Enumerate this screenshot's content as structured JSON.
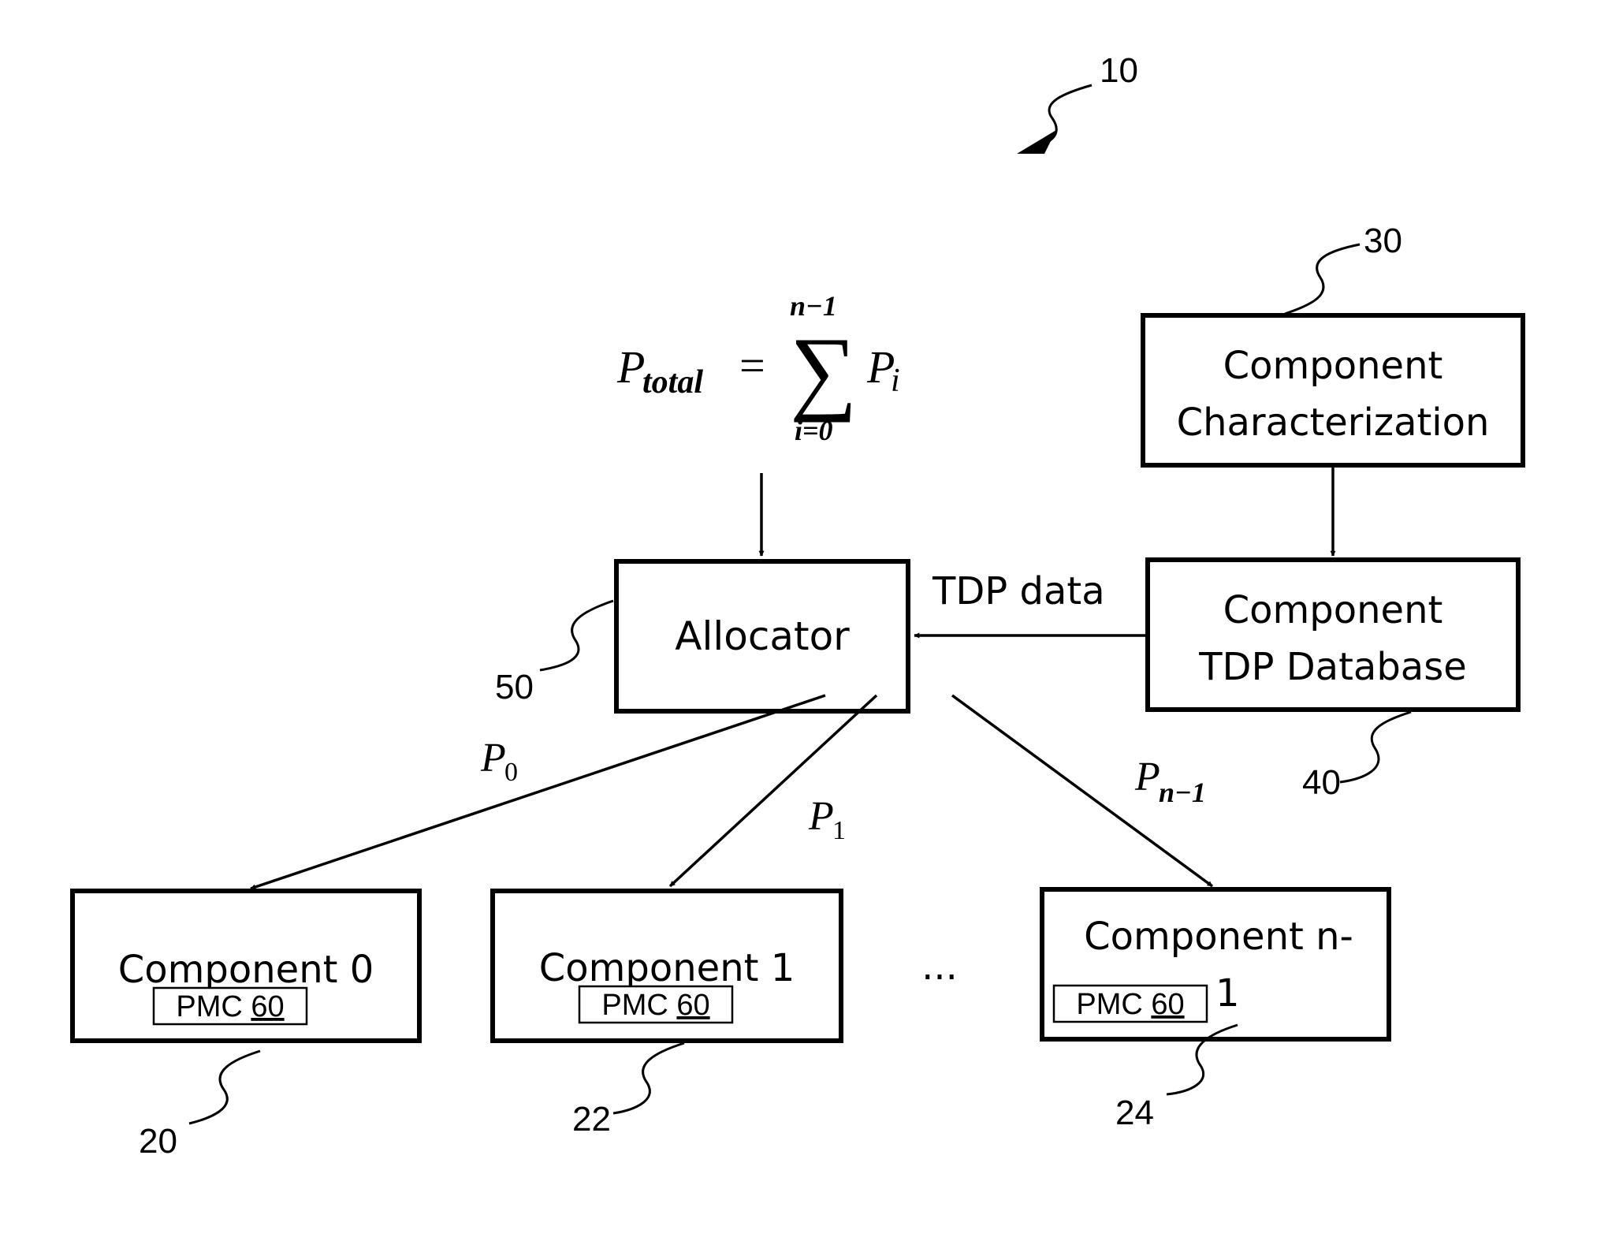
{
  "figure_ref": "10",
  "formula": {
    "lhs_symbol": "P",
    "lhs_subscript": "total",
    "equals": "=",
    "sum_upper": "n−1",
    "sum_symbol": "∑",
    "sum_lower": "i=0",
    "term_symbol": "P",
    "term_subscript": "i"
  },
  "blocks": {
    "characterization": {
      "line1": "Component",
      "line2": "Characterization",
      "ref": "30"
    },
    "database": {
      "line1": "Component",
      "line2": "TDP Database",
      "ref": "40"
    },
    "allocator": {
      "label": "Allocator",
      "ref": "50"
    },
    "component0": {
      "label": "Component 0",
      "pmc_text": "PMC ",
      "pmc_num": "60",
      "ref": "20"
    },
    "component1": {
      "label": "Component 1",
      "pmc_text": "PMC ",
      "pmc_num": "60",
      "ref": "22"
    },
    "componentN": {
      "line1": "Component n-",
      "line2": "1",
      "pmc_text": "PMC ",
      "pmc_num": "60",
      "ref": "24"
    }
  },
  "edge_labels": {
    "tdp_data": "TDP data",
    "p0_symbol": "P",
    "p0_sub": "0",
    "p1_symbol": "P",
    "p1_sub": "1",
    "pn_symbol": "P",
    "pn_sub": "n−1"
  },
  "ellipsis": "..."
}
